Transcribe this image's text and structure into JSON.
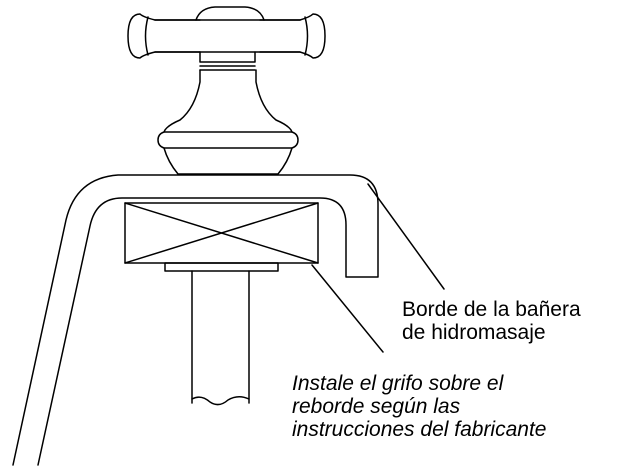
{
  "diagram": {
    "labels": {
      "tub_edge": [
        "Borde de la bañera",
        "de hidromasaje"
      ],
      "instruction": [
        "Instale el grifo sobre el",
        "reborde según las",
        "instrucciones del fabricante"
      ]
    },
    "colors": {
      "stroke": "#000000",
      "background": "#ffffff"
    }
  }
}
